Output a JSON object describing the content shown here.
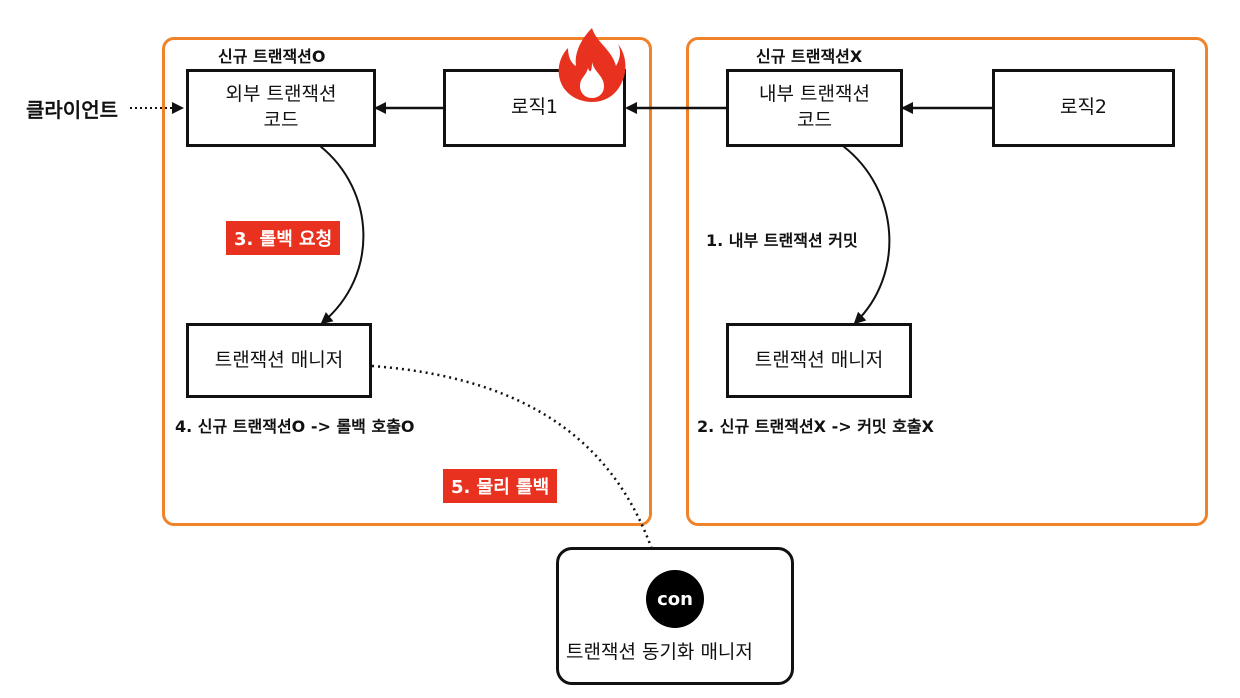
{
  "client": {
    "label": "클라이언트"
  },
  "left_frame": {
    "title": "신규 트랜잭션O",
    "outer_code": "외부 트랜잭션\n코드",
    "logic1": "로직1",
    "rollback_request": "3. 롤백 요청",
    "tx_manager": "트랜잭션 매니저",
    "note": "4. 신규 트랜잭션O -> 롤백 호출O",
    "physical_rollback": "5. 물리 롤백"
  },
  "right_frame": {
    "title": "신규 트랜잭션X",
    "inner_code": "내부 트랜잭션\n코드",
    "logic2": "로직2",
    "commit": "1. 내부 트랜잭션 커밋",
    "tx_manager": "트랜잭션 매니저",
    "note": "2. 신규 트랜잭션X -> 커밋 호출X"
  },
  "sync_manager": {
    "connection": "con",
    "label": "트랜잭션 동기화 매니저"
  },
  "colors": {
    "frame": "#f0822a",
    "tag": "#e8321f",
    "fire_outer": "#e8321f",
    "fire_inner": "#ffffff"
  },
  "icons": [
    "fire-icon"
  ]
}
